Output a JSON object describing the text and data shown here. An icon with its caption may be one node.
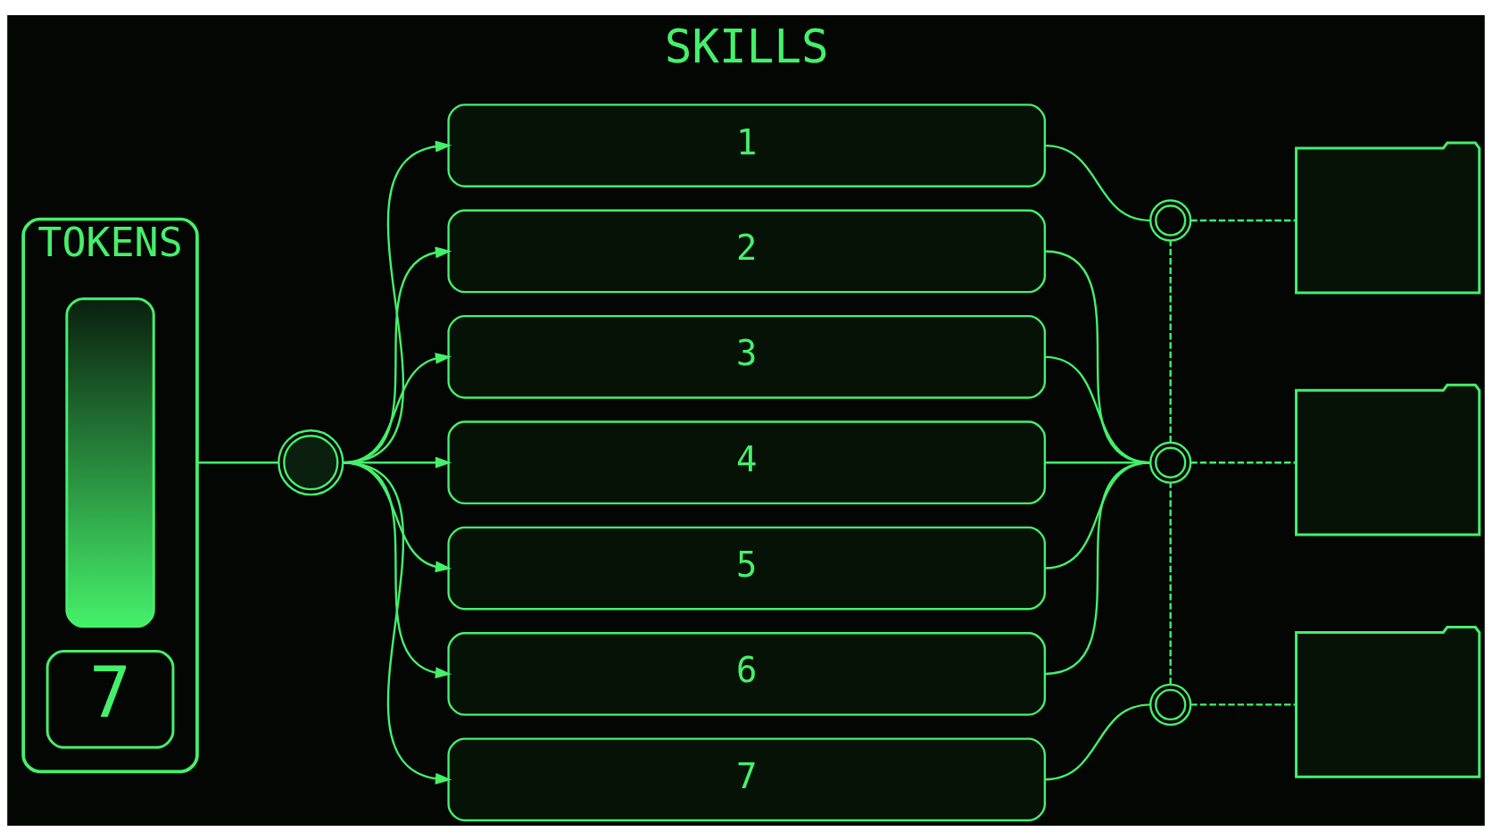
{
  "diagram": {
    "nodes": [
      {
        "text": [
          "TOKENS"
        ]
      },
      {
        "text": [],
        "shape": "bar",
        "in": 0
      },
      {
        "text": [
          "7"
        ],
        "in": 0
      },
      {
        "text": [],
        "shape": "circle"
      },
      {
        "text": [
          "1"
        ]
      },
      {
        "text": [
          "2"
        ]
      },
      {
        "text": [
          "3"
        ]
      },
      {
        "text": [
          "4"
        ]
      },
      {
        "text": [
          "5"
        ]
      },
      {
        "text": [
          "6"
        ]
      },
      {
        "text": [
          "7"
        ]
      },
      {
        "text": [],
        "shape": "circle"
      },
      {
        "text": [],
        "shape": "circle"
      },
      {
        "text": [],
        "shape": "circle"
      },
      {
        "text": [],
        "shape": "folder"
      },
      {
        "text": [],
        "shape": "folder"
      },
      {
        "text": [],
        "shape": "folder"
      }
    ],
    "edges": [
      {
        "from": 0,
        "to": 3,
        "arrow": "none"
      },
      {
        "from": 3,
        "to": 4,
        "arrow": "to"
      },
      {
        "from": 3,
        "to": 5,
        "arrow": "to"
      },
      {
        "from": 3,
        "to": 6,
        "arrow": "to"
      },
      {
        "from": 3,
        "to": 7,
        "arrow": "to"
      },
      {
        "from": 3,
        "to": 8,
        "arrow": "to"
      },
      {
        "from": 3,
        "to": 9,
        "arrow": "to"
      },
      {
        "from": 3,
        "to": 10,
        "arrow": "to"
      },
      {
        "from": 4,
        "to": 11,
        "arrow": "none"
      },
      {
        "from": 5,
        "to": 12,
        "arrow": "none"
      },
      {
        "from": 6,
        "to": 12,
        "arrow": "none"
      },
      {
        "from": 7,
        "to": 12,
        "arrow": "none"
      },
      {
        "from": 8,
        "to": 12,
        "arrow": "none"
      },
      {
        "from": 9,
        "to": 12,
        "arrow": "none"
      },
      {
        "from": 10,
        "to": 13,
        "arrow": "none"
      },
      {
        "from": 11,
        "to": 12,
        "arrow": "none",
        "style": "dashed"
      },
      {
        "from": 12,
        "to": 13,
        "arrow": "none",
        "style": "dashed"
      },
      {
        "from": 11,
        "to": 14,
        "arrow": "none",
        "style": "dashed"
      },
      {
        "from": 12,
        "to": 15,
        "arrow": "none",
        "style": "dashed"
      },
      {
        "from": 13,
        "to": 16,
        "arrow": "none",
        "style": "dashed"
      }
    ],
    "labels": [
      "SKILLS"
    ]
  }
}
